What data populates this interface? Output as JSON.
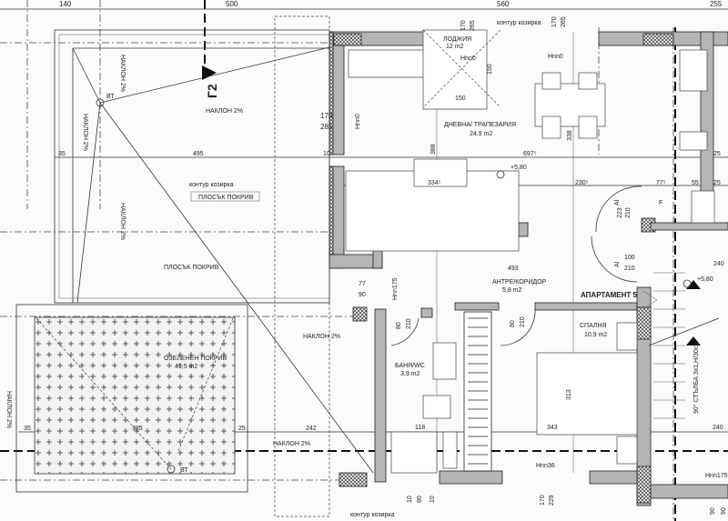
{
  "title": "Apartment 5 floor plan",
  "dimensions": {
    "top_140": "140",
    "top_500": "500",
    "top_560": "560",
    "top_255": "255",
    "d170a": "170",
    "d265a": "265",
    "d170b": "170",
    "d265b": "265",
    "d150h": "150",
    "d150v": "150",
    "left_170": "170",
    "left_285": "285",
    "d35a": "35",
    "d495": "495",
    "d10a": "10",
    "d697": "697⁵",
    "d334": "334⁵",
    "d230": "230⁵",
    "d77a": "77⁵",
    "d55": "55",
    "d25a": "25",
    "d25b": "25",
    "d388": "388",
    "d338": "338",
    "door_223": "223",
    "door_210a": "210",
    "door_100": "100",
    "door_210b": "210",
    "d493": "493",
    "d77b": "77",
    "d90a": "90",
    "door_80a": "80",
    "door_210c": "210",
    "door_80b": "80",
    "door_210d": "210",
    "d313": "313",
    "d343": "343",
    "d118": "118",
    "d240a": "240",
    "d240b": "240",
    "d35b": "35",
    "d385": "385",
    "d25c": "25",
    "d242": "242",
    "b10a": "10",
    "b90": "90",
    "b10b": "10",
    "b170": "170",
    "b229": "229",
    "b90a": "90",
    "b90b": "90"
  },
  "levels": {
    "hnn0_a": "Hnn0",
    "hnn0_b": "Hnn0",
    "hnn0_c": "Hnn0",
    "hnn175_a": "Hnn175",
    "hnn36": "Hnn36",
    "hnn175_b": "Hnn175",
    "elev_a": "+5,80",
    "elev_b": "+5,80"
  },
  "rooms": {
    "loggia": {
      "name": "ЛОДЖИЯ",
      "area": "12 m2"
    },
    "living": {
      "name": "ДНЕВНА/ ТРАПЕЗАРИЯ",
      "area": "24,9 m2"
    },
    "hall": {
      "name": "АНТРЕ/КОРИДОР",
      "area": "5,8 m2"
    },
    "bedroom": {
      "name": "СПАЛНЯ",
      "area": "10,9 m2"
    },
    "bath": {
      "name": "БАНЯ/WC",
      "area": "3,9 m2"
    },
    "green_roof": {
      "name": "ОЗЕЛЕНЕН ПОКРИВ",
      "area": "41,5 m2"
    },
    "apartment": "АПАРТАМЕНТ 5"
  },
  "roof": {
    "flat_roof_a": "ПЛОСЪК ПОКРИВ",
    "flat_roof_b": "ПЛОСЪК ПОКРИВ",
    "canopy_a": "контур козирка",
    "canopy_b": "контур козирка",
    "canopy_c": "контур козирка",
    "slope_1": "НАКЛОН 2%",
    "slope_2": "НАКЛОН 2%",
    "slope_3": "НАКЛОН 2%",
    "slope_4": "НАКЛОН 2%",
    "slope_5": "НАКЛОН 2%",
    "slope_6": "НАКЛОН 2%",
    "slope_7": "НАКЛОН 2%",
    "drain_a": "ВТ",
    "drain_b": "ВТ",
    "section": "Г2"
  },
  "stairs": {
    "label": "90° СТЪЛБА 3x1,H/30cm"
  },
  "door_marks": {
    "al_a": "Al",
    "al_b": "Al",
    "f": "F"
  }
}
